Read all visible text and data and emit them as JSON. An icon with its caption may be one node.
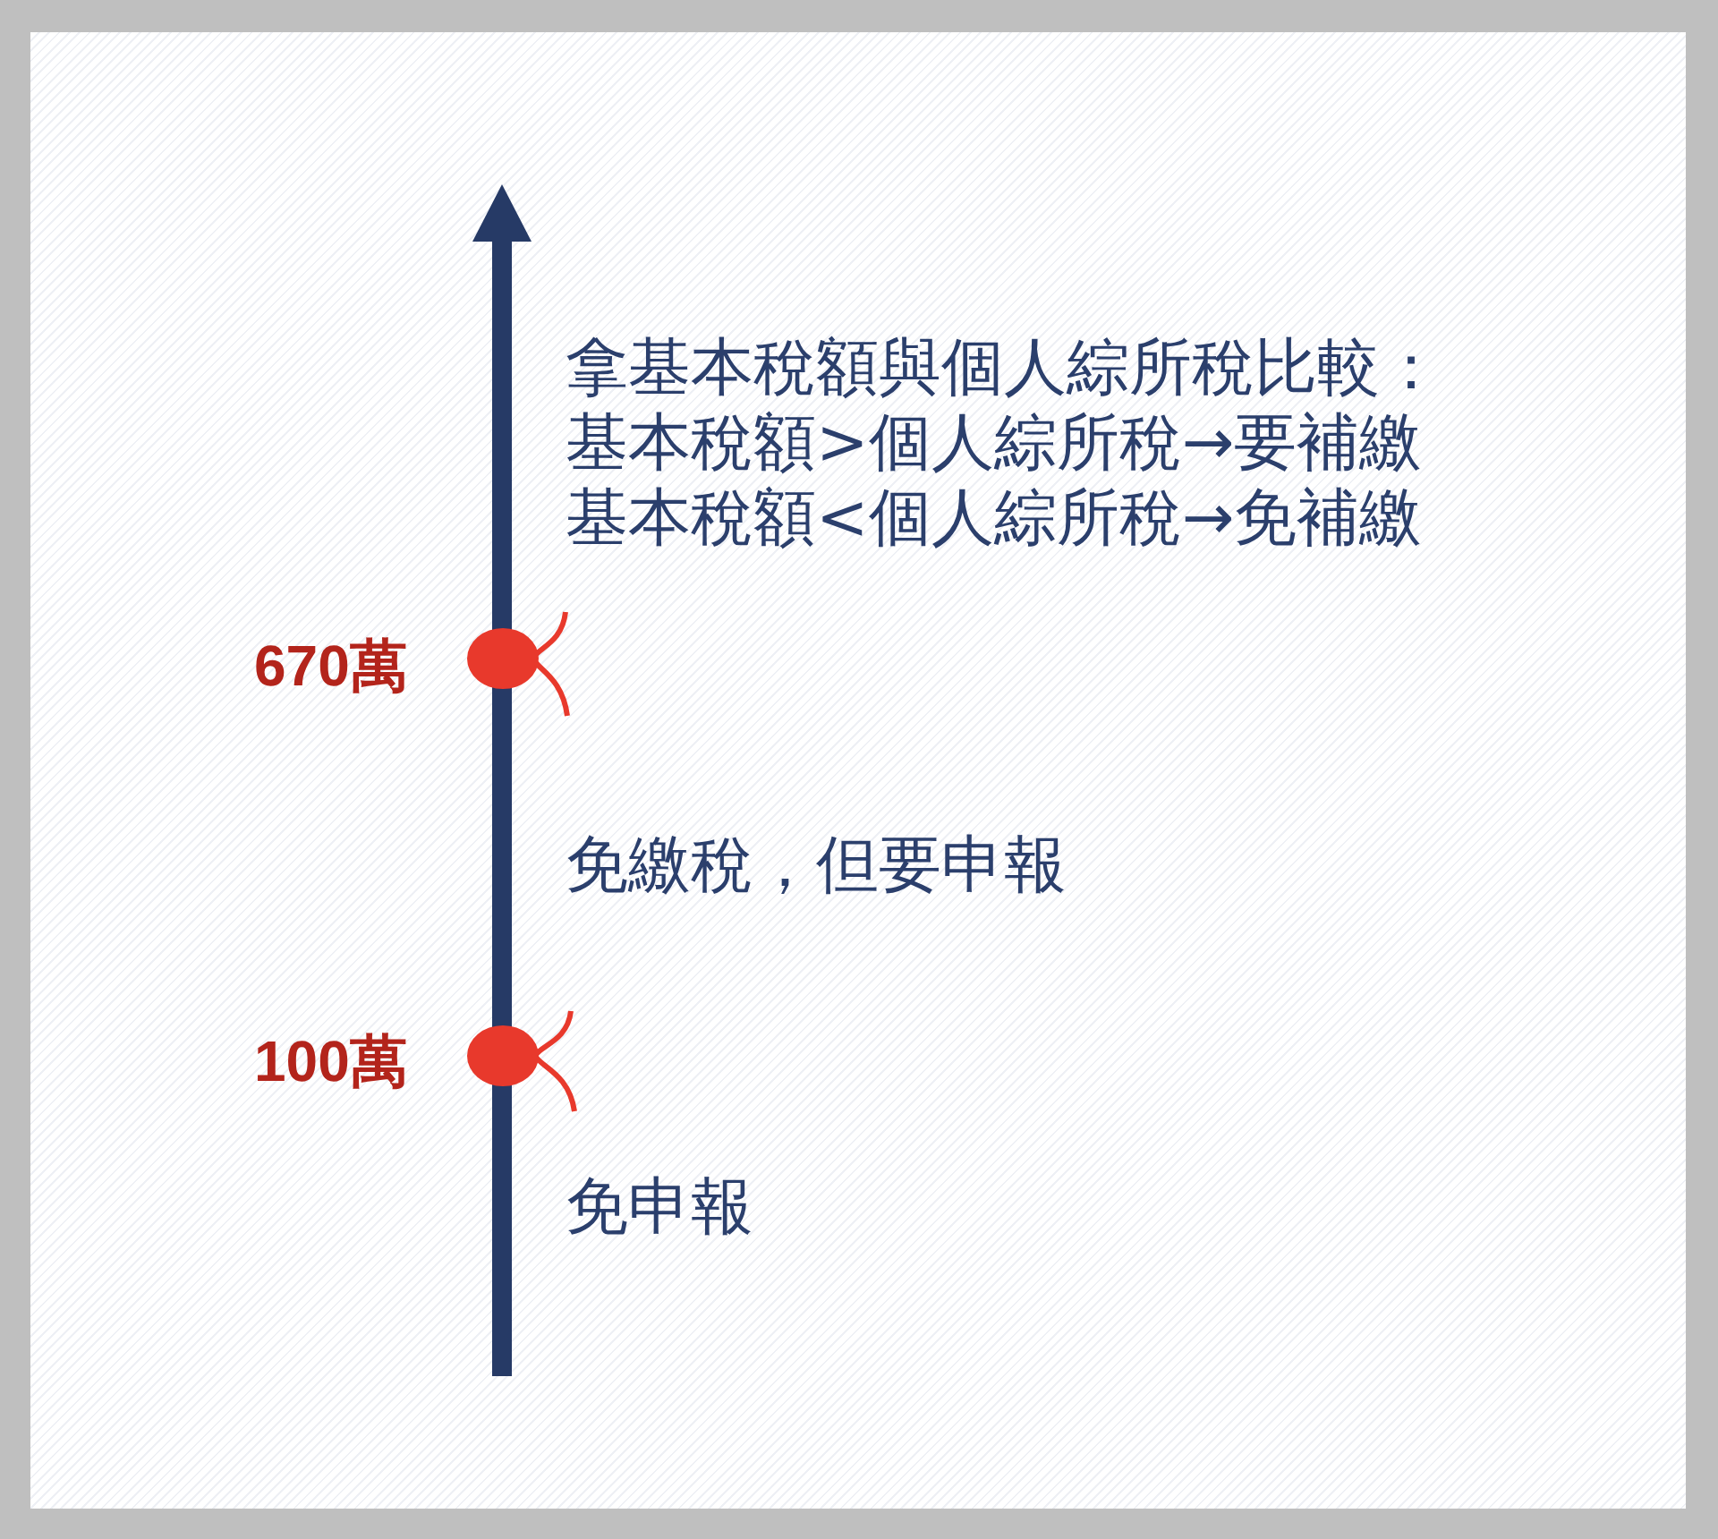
{
  "diagram": {
    "labels": [
      "拿基本稅額與個人綜所稅比較：",
      "基本稅額>個人綜所稅→要補繳",
      "基本稅額<個人綜所稅→免補繳",
      "670萬",
      "免繳稅，但要申報",
      "100萬",
      "免申報"
    ]
  }
}
